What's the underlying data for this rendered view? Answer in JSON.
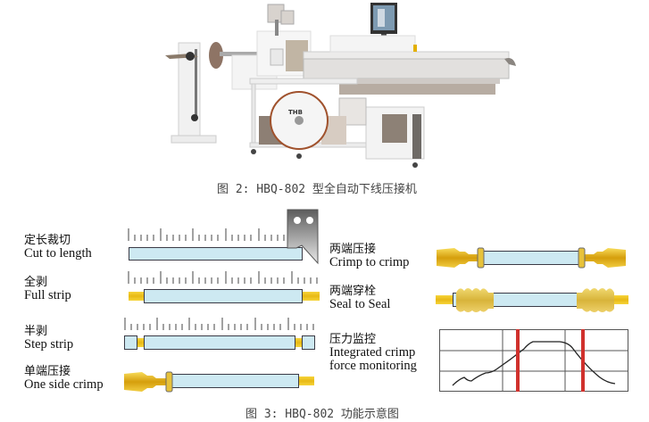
{
  "figure2": {
    "caption": "图 2: HBQ-802 型全自动下线压接机",
    "image_label": "THB",
    "image_desc": "HBQ-802 fully automatic wire cutting and crimping machine"
  },
  "figure3": {
    "caption": "图 3: HBQ-802 功能示意图",
    "functions": [
      {
        "cn": "定长裁切",
        "en": "Cut to length"
      },
      {
        "cn": "全剥",
        "en": "Full strip"
      },
      {
        "cn": "半剥",
        "en": "Step strip"
      },
      {
        "cn": "单端压接",
        "en": "One side crimp"
      },
      {
        "cn": "两端压接",
        "en": "Crimp to crimp"
      },
      {
        "cn": "两端穿栓",
        "en": "Seal to Seal"
      },
      {
        "cn": "压力监控",
        "en_line1": "Integrated crimp",
        "en_line2": "force monitoring"
      }
    ]
  },
  "colors": {
    "wire_insulation": "#cde9f2",
    "conductor_gold": "#e8b915",
    "monitor_limit_red": "#d0312d",
    "grid": "#555555"
  }
}
